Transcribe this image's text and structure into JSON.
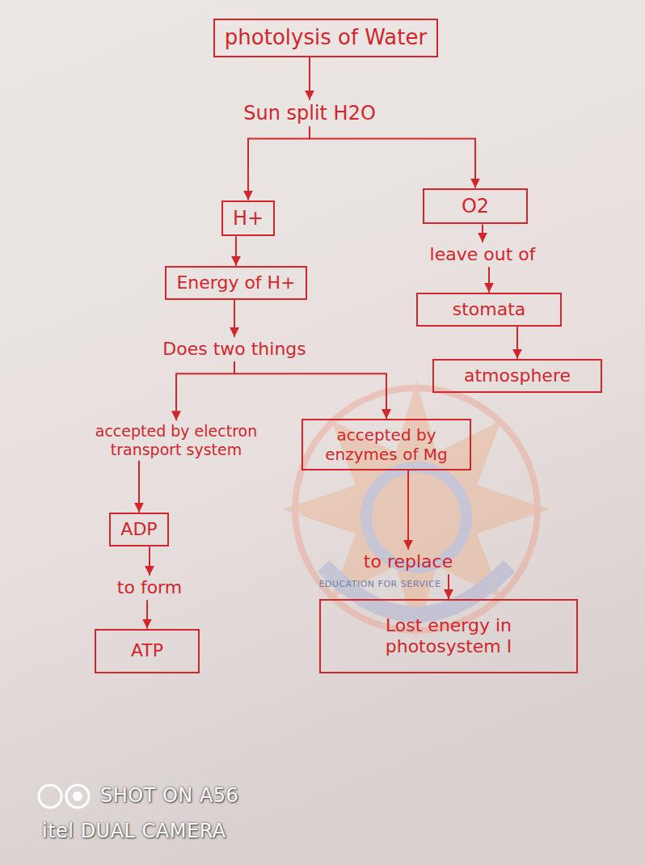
{
  "diagram": {
    "nodes": [
      {
        "text": [
          "photolysis of Water"
        ]
      },
      {
        "text": [
          "Sun split H2O"
        ]
      },
      {
        "text": [
          "H+"
        ]
      },
      {
        "text": [
          "O2"
        ]
      },
      {
        "text": [
          "Energy of H+"
        ]
      },
      {
        "text": [
          "leave out of"
        ]
      },
      {
        "text": [
          "stomata"
        ]
      },
      {
        "text": [
          "Does two things"
        ]
      },
      {
        "text": [
          "atmosphere"
        ]
      },
      {
        "text": [
          "accepted by electron transport system"
        ]
      },
      {
        "text": [
          "accepted by enzymes of Mg"
        ]
      },
      {
        "text": [
          "ADP"
        ]
      },
      {
        "text": [
          "to form"
        ]
      },
      {
        "text": [
          "to replace"
        ]
      },
      {
        "text": [
          "ATP"
        ]
      },
      {
        "text": [
          "Lost energy in photosystem I"
        ]
      }
    ],
    "edges": [
      {
        "from": 0,
        "to": 1,
        "arrow": "to"
      },
      {
        "from": 1,
        "to": 2,
        "arrow": "to"
      },
      {
        "from": 1,
        "to": 3,
        "arrow": "to"
      },
      {
        "from": 2,
        "to": 4,
        "arrow": "to"
      },
      {
        "from": 3,
        "to": 5,
        "arrow": "to"
      },
      {
        "from": 5,
        "to": 6,
        "arrow": "to"
      },
      {
        "from": 6,
        "to": 8,
        "arrow": "to"
      },
      {
        "from": 4,
        "to": 7,
        "arrow": "to"
      },
      {
        "from": 7,
        "to": 9,
        "arrow": "to"
      },
      {
        "from": 7,
        "to": 10,
        "arrow": "to"
      },
      {
        "from": 9,
        "to": 11,
        "arrow": "to"
      },
      {
        "from": 11,
        "to": 12,
        "arrow": "to"
      },
      {
        "from": 12,
        "to": 14,
        "arrow": "to"
      },
      {
        "from": 10,
        "to": 13,
        "arrow": "to"
      },
      {
        "from": 13,
        "to": 15,
        "arrow": "to"
      }
    ],
    "labels": [
      "EDUCATION FOR SERVICE",
      "SHOT ON A56",
      "itel DUAL CAMERA"
    ]
  }
}
